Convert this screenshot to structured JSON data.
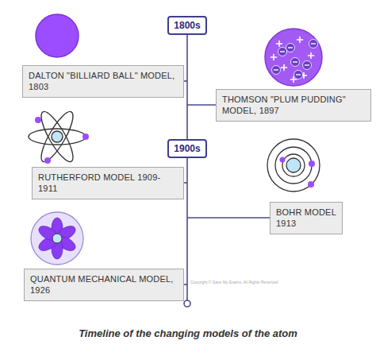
{
  "diagram": {
    "caption": "Timeline of the changing models of the atom",
    "nodes": [
      {
        "text": [
          "1800s"
        ]
      },
      {
        "text": [
          "DALTON \"BILLIARD BALL\" MODEL, 1803"
        ]
      },
      {
        "text": [
          "THOMSON \"PLUM PUDDING\" MODEL, 1897"
        ]
      },
      {
        "text": [
          "1900s"
        ]
      },
      {
        "text": [
          "RUTHERFORD MODEL 1909-1911"
        ]
      },
      {
        "text": [
          "BOHR MODEL 1913"
        ]
      },
      {
        "text": [
          "QUANTUM MECHANICAL MODEL, 1926"
        ]
      }
    ],
    "edges": [
      {
        "from": 0,
        "to": 3,
        "arrow": "none"
      }
    ],
    "labels": [
      "Copyright © Save My Exams. All Rights Reserved"
    ]
  }
}
